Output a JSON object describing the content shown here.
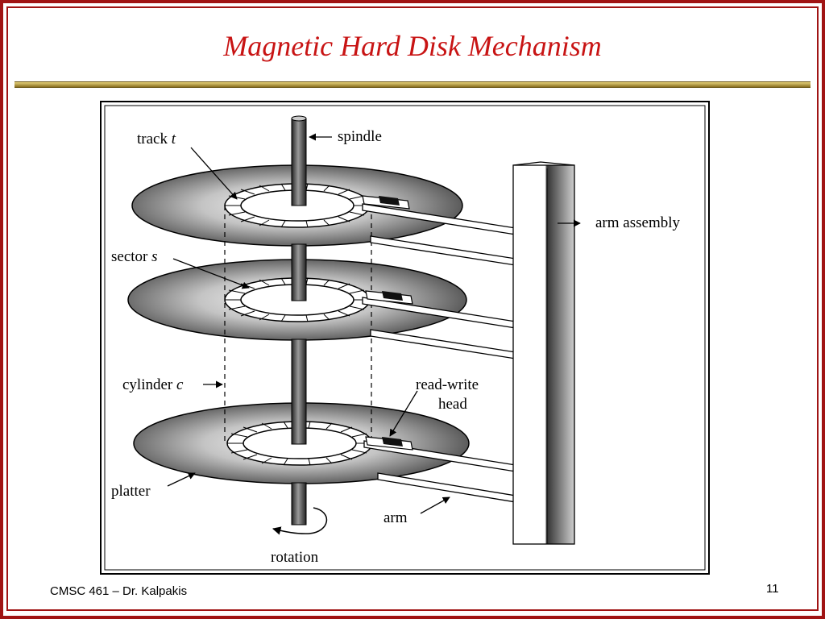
{
  "slide": {
    "title": "Magnetic Hard Disk Mechanism",
    "footer_left": "CMSC 461 – Dr. Kalpakis",
    "page_number": "11"
  },
  "diagram": {
    "labels": {
      "track": "track",
      "track_var": "t",
      "spindle": "spindle",
      "arm_assembly": "arm assembly",
      "sector": "sector",
      "sector_var": "s",
      "cylinder": "cylinder",
      "cylinder_var": "c",
      "read_write_line1": "read-write",
      "read_write_line2": "head",
      "platter": "platter",
      "arm": "arm",
      "rotation": "rotation"
    }
  },
  "colors": {
    "title": "#c81414",
    "frame": "#a01414",
    "rule": "#b8a040"
  }
}
